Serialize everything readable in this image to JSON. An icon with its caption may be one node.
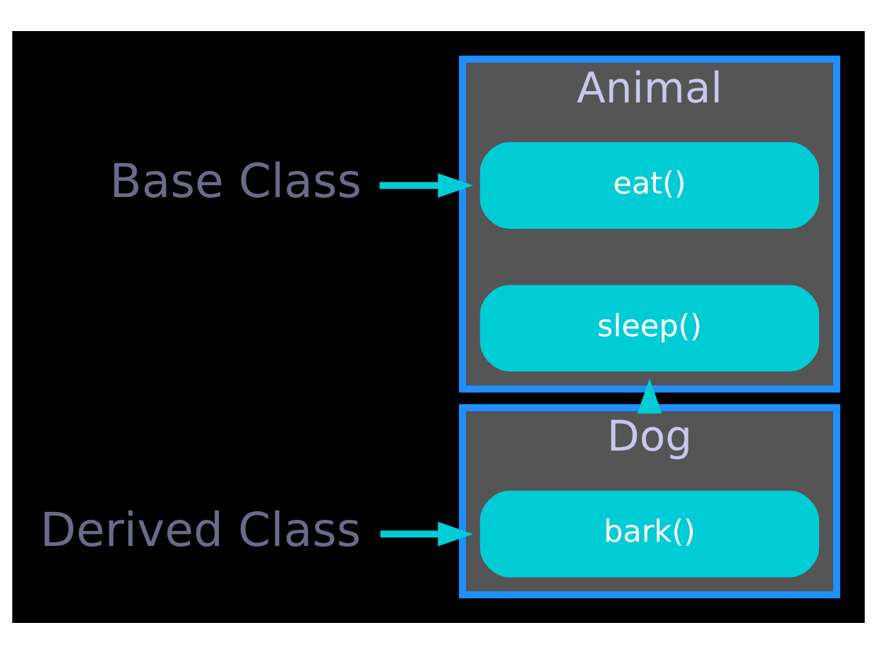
{
  "diagram": {
    "nodes": [
      {
        "text": [
          "Base Class"
        ]
      },
      {
        "text": [
          "Animal"
        ]
      },
      {
        "text": [
          "eat()"
        ],
        "in": 1
      },
      {
        "text": [
          "sleep()"
        ],
        "in": 1
      },
      {
        "text": [
          "Derived Class"
        ]
      },
      {
        "text": [
          "Dog"
        ]
      },
      {
        "text": [
          "bark()"
        ],
        "in": 5
      }
    ],
    "edges": [
      {
        "from": 0,
        "to": 1,
        "arrow": "to"
      },
      {
        "from": 4,
        "to": 5,
        "arrow": "to"
      },
      {
        "from": 5,
        "to": 1,
        "arrow": "to"
      }
    ]
  }
}
